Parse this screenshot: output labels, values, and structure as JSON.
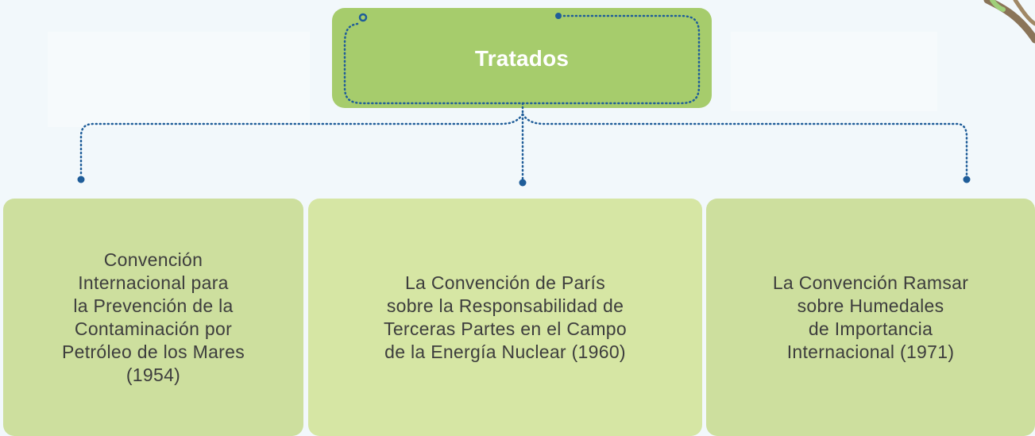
{
  "diagram": {
    "root": {
      "label": "Tratados"
    },
    "children": [
      {
        "label": "Convención\nInternacional para\nla Prevención de la\nContaminación por\nPetróleo de los Mares\n(1954)"
      },
      {
        "label": "La Convención de París\nsobre la Responsabilidad de\nTerceras Partes en el Campo\nde la Energía Nuclear (1960)"
      },
      {
        "label": "La Convención Ramsar\nsobre Humedales\nde Importancia\nInternacional (1971)"
      }
    ]
  },
  "colors": {
    "root_fill": "#a6cc6c",
    "card_fill_light": "#cddf9e",
    "card_fill_mid": "#d6e6a4",
    "connector": "#1f5d99",
    "text": "#3d3d3d",
    "root_text": "#ffffff",
    "background": "#f2f8fb"
  }
}
